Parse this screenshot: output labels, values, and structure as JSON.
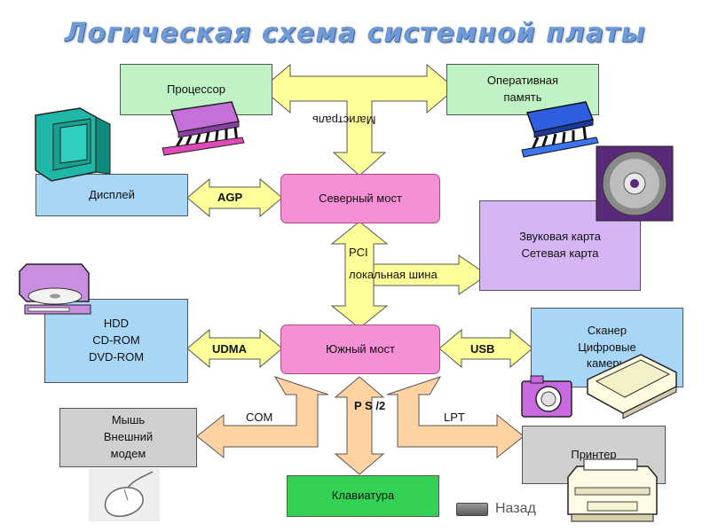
{
  "title": "Логическая схема системной платы",
  "nodes": {
    "cpu": "Процессор",
    "ram": "Оперативная\nпамять",
    "display": "Дисплей",
    "north": "Северный мост",
    "sound": "Звуковая карта\nСетевая карта",
    "drives": "HDD\nCD-ROM\nDVD-ROM",
    "south": "Южный мост",
    "scanner": "Сканер\nЦифровые\nкамеры",
    "mouse": "Мышь\nВнешний\nмодем",
    "printer": "Принтер",
    "keyboard": "Клавиатура"
  },
  "labels": {
    "bus": "Магистраль",
    "agp": "AGP",
    "pci": "PCI",
    "local_bus": "локальная шина",
    "udma": "UDMA",
    "usb": "USB",
    "com": "COM",
    "lpt": "LPT",
    "ps2": "P\nS\n/2"
  },
  "nav": {
    "back": "Назад"
  },
  "colors": {
    "arrow_fill": "#ffff99",
    "arrow_fill_orange": "#ffd2a1",
    "bridge": "#f58fd6",
    "cpu_ram_box": "#bff2c4",
    "io_box": "#a8d6f7",
    "card_box": "#d6b5f5",
    "peripheral_box": "#d0d0d0",
    "keyboard_box": "#33d255",
    "title": "#6f9ad6"
  },
  "icons": [
    "chip-icon",
    "memory-chip-icon",
    "monitor-icon",
    "cd-disc-icon",
    "cd-drive-icon",
    "camera-icon",
    "scanner-icon",
    "mouse-icon",
    "printer-icon"
  ]
}
